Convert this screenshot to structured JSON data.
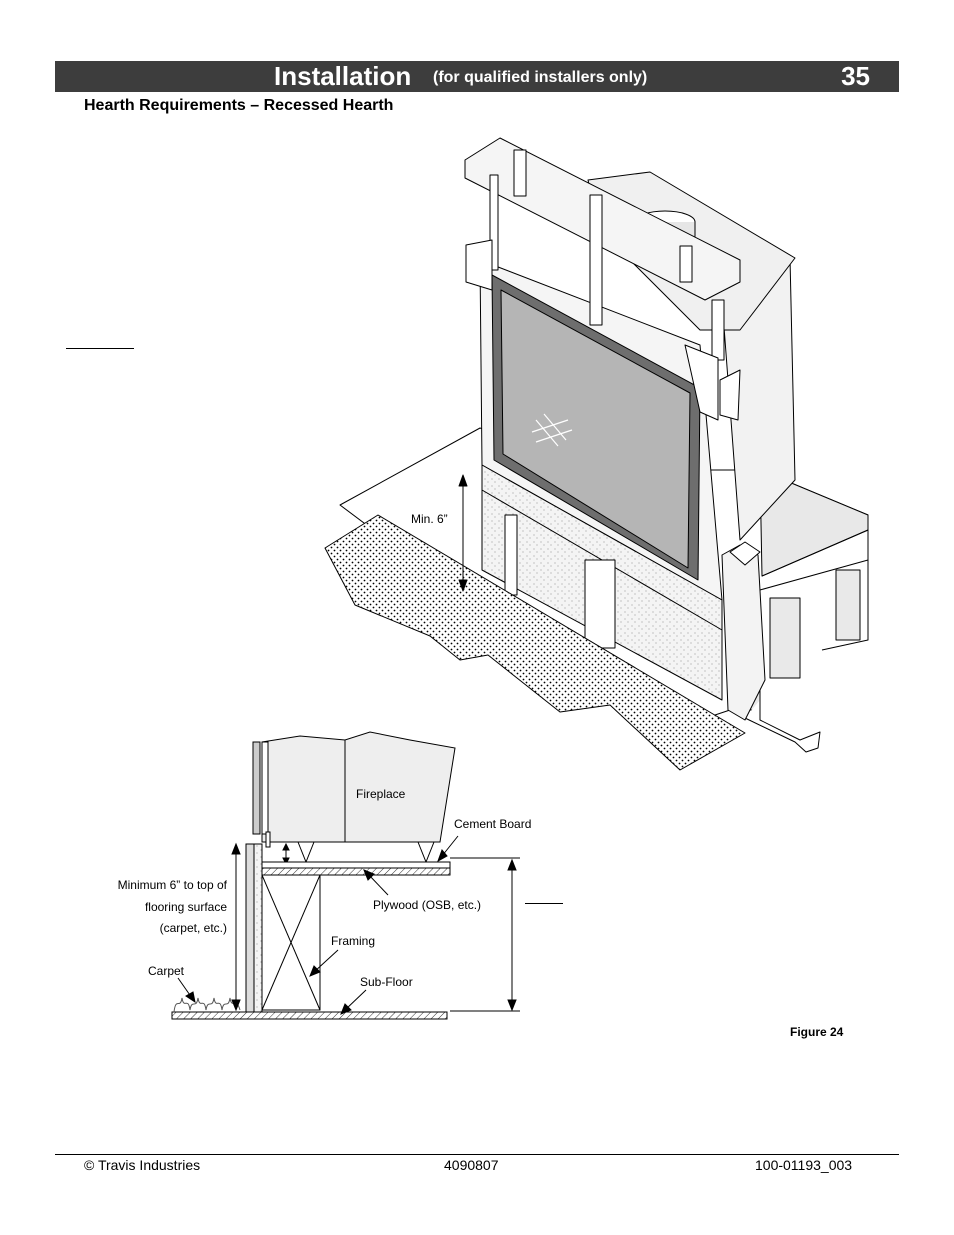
{
  "header": {
    "title": "Installation",
    "subtitle": "(for qualified installers only)",
    "page_number": "35"
  },
  "section_heading": "Hearth Requirements – Recessed Hearth",
  "figure": {
    "caption": "Figure 24",
    "iso_label_min": "Min. 6”",
    "section_labels": {
      "fireplace": "Fireplace",
      "cement_board": "Cement Board",
      "min_line1": "Minimum 6” to top of",
      "min_line2": "flooring surface",
      "min_line3": "(carpet, etc.)",
      "plywood": "Plywood (OSB, etc.)",
      "framing": "Framing",
      "carpet": "Carpet",
      "sub_floor": "Sub-Floor"
    }
  },
  "footer": {
    "left": "© Travis Industries",
    "center": "4090807",
    "right": "100-01193_003"
  }
}
